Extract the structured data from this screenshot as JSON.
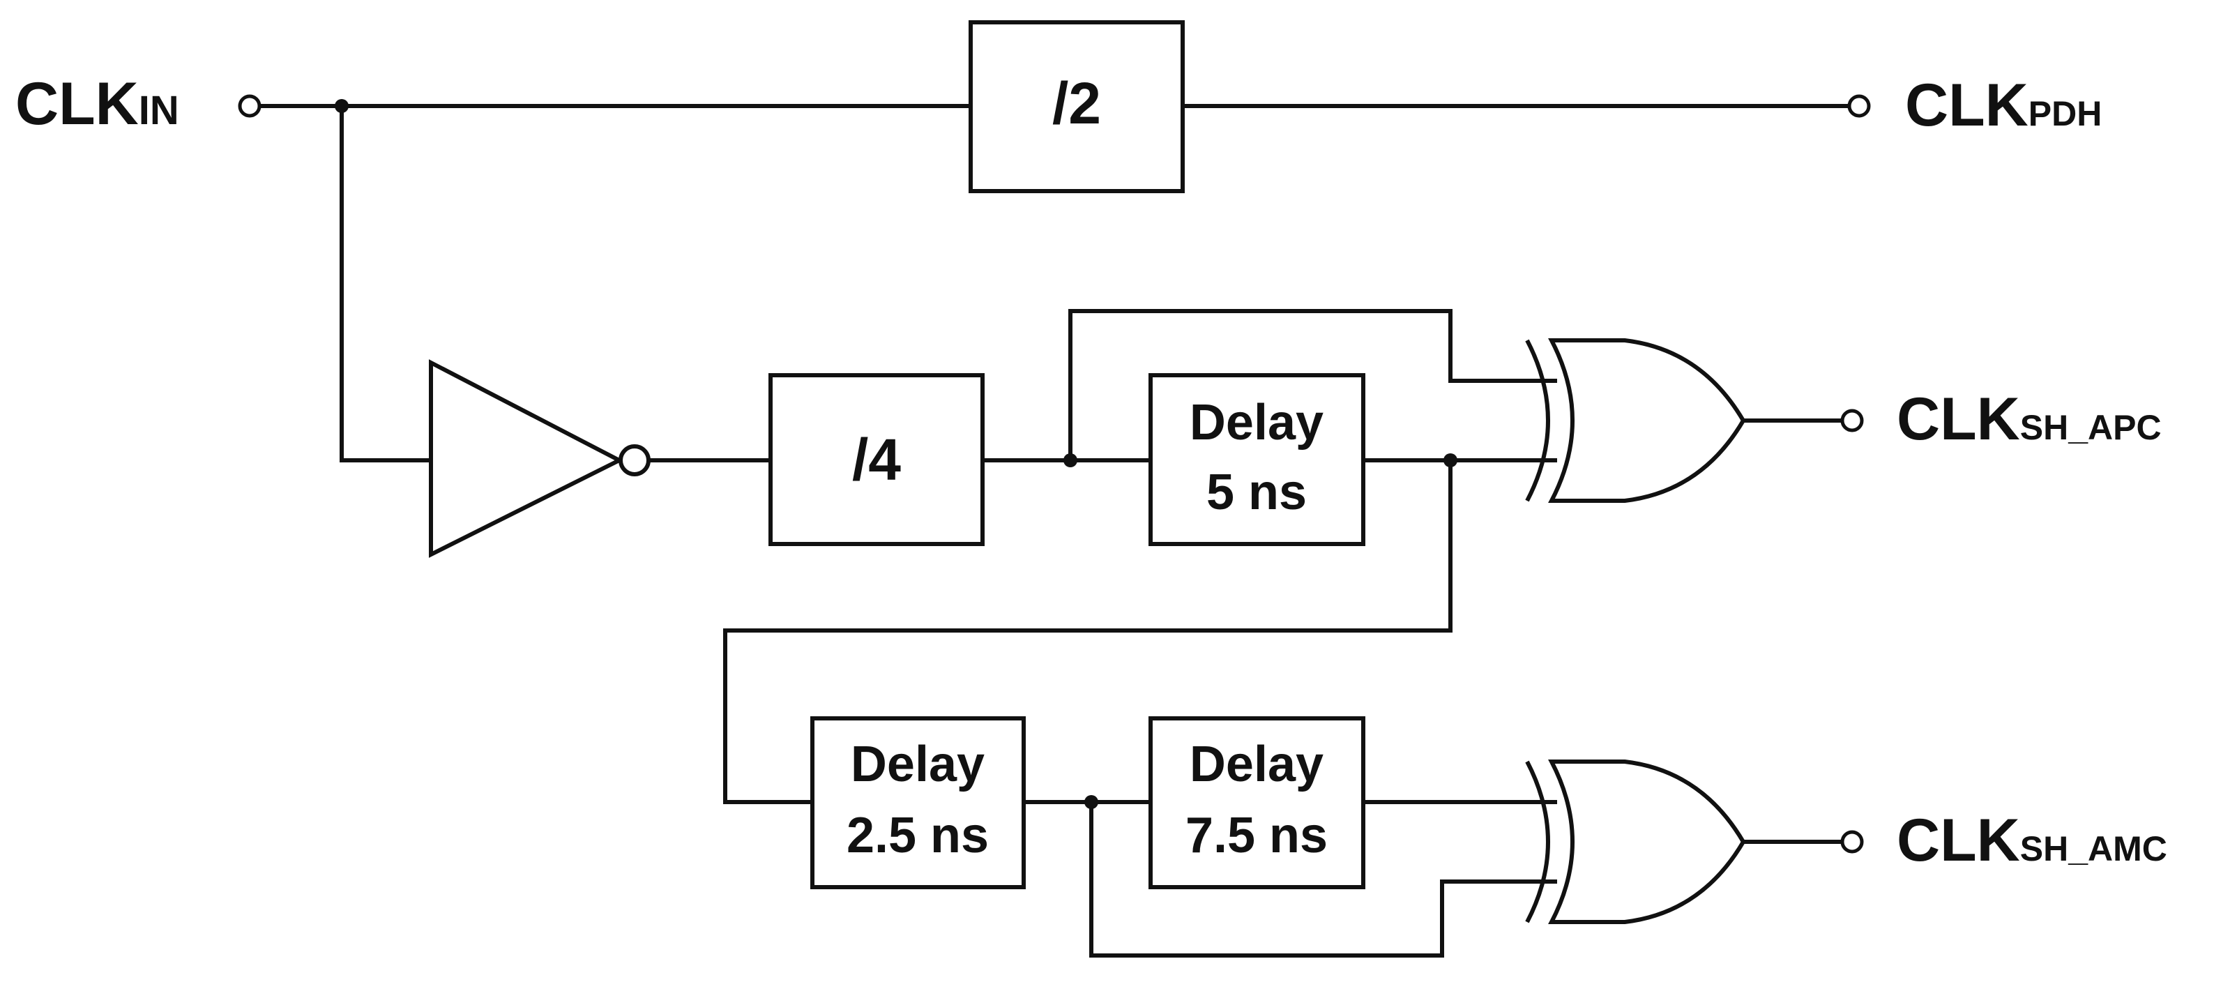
{
  "signals": {
    "clk_in": {
      "main": "CLK",
      "sub": "IN"
    },
    "clk_pdh": {
      "main": "CLK",
      "sub": "PDH"
    },
    "clk_sh_apc": {
      "main": "CLK",
      "sub": "SH_APC"
    },
    "clk_sh_amc": {
      "main": "CLK",
      "sub": "SH_AMC"
    }
  },
  "blocks": {
    "div2": "/2",
    "div4": "/4",
    "delay5": {
      "line1": "Delay",
      "line2": "5 ns"
    },
    "delay2_5": {
      "line1": "Delay",
      "line2": "2.5 ns"
    },
    "delay7_5": {
      "line1": "Delay",
      "line2": "7.5 ns"
    }
  },
  "components": {
    "inverter": "inverter-buffer",
    "xor_top": "xor-gate",
    "xor_bottom": "xor-gate"
  },
  "colors": {
    "stroke": "#111111",
    "background": "#ffffff"
  }
}
